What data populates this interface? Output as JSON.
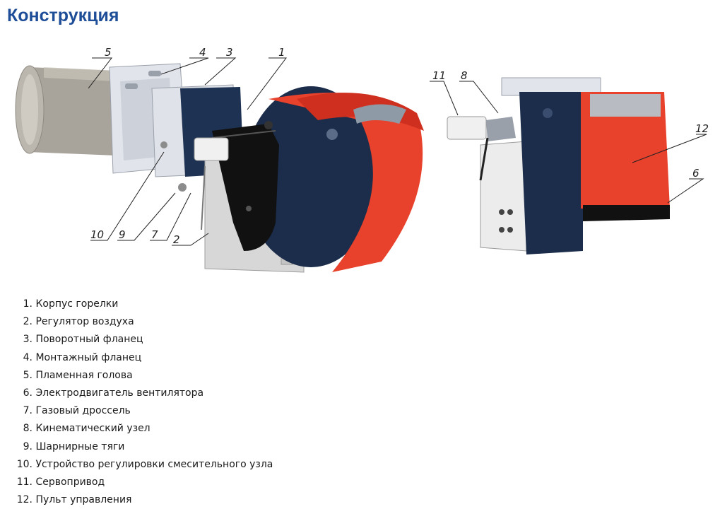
{
  "page": {
    "title": "Конструкция"
  },
  "callouts": {
    "left": [
      "5",
      "4",
      "3",
      "1",
      "10",
      "9",
      "7",
      "2"
    ],
    "right": [
      "11",
      "8",
      "12",
      "6"
    ]
  },
  "legend": [
    {
      "num": "1.",
      "label": "Корпус горелки"
    },
    {
      "num": "2.",
      "label": "Регулятор воздуха"
    },
    {
      "num": "3.",
      "label": "Поворотный фланец"
    },
    {
      "num": "4.",
      "label": "Монтажный фланец"
    },
    {
      "num": "5.",
      "label": "Пламенная голова"
    },
    {
      "num": "6.",
      "label": "Электродвигатель вентилятора"
    },
    {
      "num": "7.",
      "label": "Газовый дроссель"
    },
    {
      "num": "8.",
      "label": "Кинематический узел"
    },
    {
      "num": "9.",
      "label": "Шарнирные тяги"
    },
    {
      "num": "10.",
      "label": "Устройство регулировки смесительного узла"
    },
    {
      "num": "11.",
      "label": "Сервопривод"
    },
    {
      "num": "12.",
      "label": "Пульт управления"
    }
  ],
  "colors": {
    "title": "#1f4e99",
    "body_dark": "#1b2d4a",
    "housing_red": "#e8412c",
    "flame_tube": "#a7a39b",
    "flange_light": "#d9dde5"
  }
}
